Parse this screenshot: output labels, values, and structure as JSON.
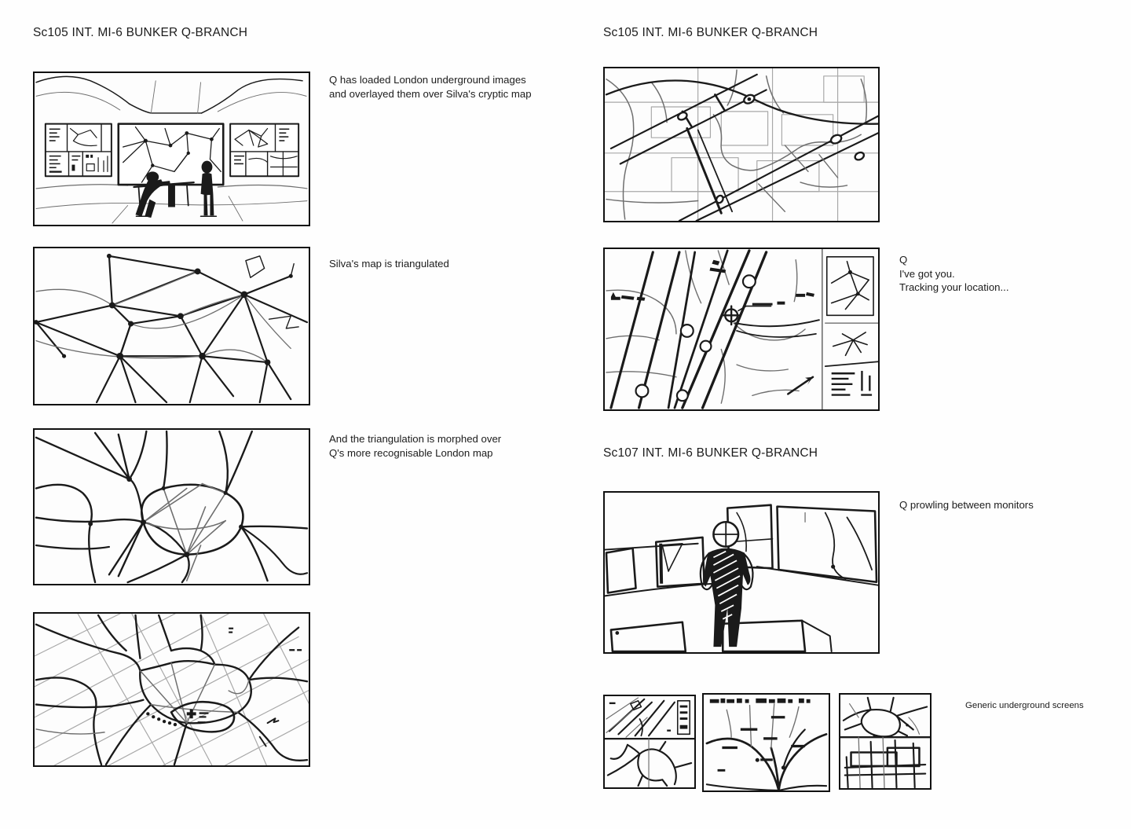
{
  "document": {
    "type": "storyboard",
    "title": "Skyfall storyboard page - MI-6 Bunker Q-Branch",
    "page_background": "#ffffff",
    "ink_color": "#1a1a1a"
  },
  "headings": [
    {
      "id": "head-1",
      "text": "Sc105 INT. MI-6 BUNKER Q-BRANCH"
    },
    {
      "id": "head-2",
      "text": "Sc105 INT. MI-6 BUNKER Q-BRANCH"
    },
    {
      "id": "head-3",
      "text": "Sc107 INT. MI-6 BUNKER Q-BRANCH"
    }
  ],
  "captions": [
    {
      "id": "cap-1",
      "text": "Q has loaded London underground images\nand overlayed them over Silva's cryptic map"
    },
    {
      "id": "cap-2",
      "text": "Silva's map is triangulated"
    },
    {
      "id": "cap-3",
      "text": "And the triangulation is morphed over\nQ's more recognisable London map"
    },
    {
      "id": "cap-4",
      "text": "Q\nI've got you.\nTracking your location..."
    },
    {
      "id": "cap-5",
      "text": "Q prowling between monitors"
    },
    {
      "id": "cap-6",
      "text": "Generic underground screens"
    }
  ],
  "panels": [
    {
      "id": "panel-1",
      "column": "left",
      "order": 1,
      "description": "Wide shot of MI-6 bunker Q-Branch interior: three large wall screens, two figures at a desk in centre, vaulted arch ceiling lines"
    },
    {
      "id": "panel-2",
      "column": "left",
      "order": 2,
      "description": "Full frame triangulated network map with heavy nodes and straight connecting lines"
    },
    {
      "id": "panel-3",
      "column": "left",
      "order": 3,
      "description": "Triangulation morphed into a recognisable London underground map with central circle line loop"
    },
    {
      "id": "panel-4",
      "column": "left",
      "order": 4,
      "description": "London map with faint grid overlay, river curve and small annotation marks"
    },
    {
      "id": "panel-5",
      "column": "right",
      "order": 1,
      "description": "Extreme close up of underground map, thick diagonal tube lines crossing faint street grid"
    },
    {
      "id": "panel-6",
      "column": "right",
      "order": 2,
      "description": "Close map view with crosshair target marker, handwritten labels and a right-hand sidebar of sub-screens"
    },
    {
      "id": "panel-7",
      "column": "right",
      "order": 3,
      "description": "Q seen from behind, hands on hips, standing between angled wall monitors"
    },
    {
      "id": "panel-8",
      "column": "right",
      "order": 4,
      "description": "Small screen: upper cell diagonal lines, lower cell road network"
    },
    {
      "id": "panel-9",
      "column": "right",
      "order": 5,
      "description": "Small screen: curved tunnel lines with handwritten header text"
    },
    {
      "id": "panel-10",
      "column": "right",
      "order": 6,
      "description": "Small screen: upper cell street network, lower cell boxed platform diagram"
    }
  ]
}
